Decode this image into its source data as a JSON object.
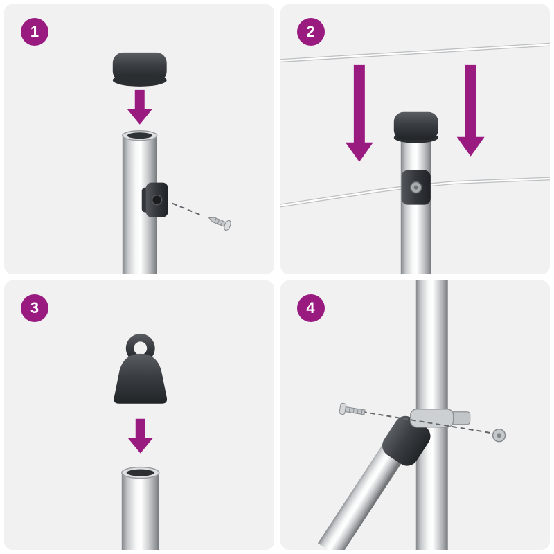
{
  "colors": {
    "accent": "#9a1b80",
    "panel": "#f1f1f2",
    "dark_part": "#33373c",
    "metal": "#c9cccd"
  },
  "steps": [
    {
      "number": "1",
      "parts": [
        "end-cap-icon",
        "down-arrow-icon",
        "pole-icon",
        "clamp-icon",
        "screw-icon"
      ]
    },
    {
      "number": "2",
      "parts": [
        "upper-wire",
        "lower-wire",
        "down-arrow-icon",
        "capped-pole-icon",
        "wire-clamp-icon"
      ]
    },
    {
      "number": "3",
      "parts": [
        "eye-cap-icon",
        "down-arrow-icon",
        "open-tube-icon"
      ]
    },
    {
      "number": "4",
      "parts": [
        "vertical-pole-icon",
        "brace-tube-icon",
        "connector-sleeve-icon",
        "pole-clamp-icon",
        "bolt-icon",
        "nut-icon"
      ]
    }
  ]
}
